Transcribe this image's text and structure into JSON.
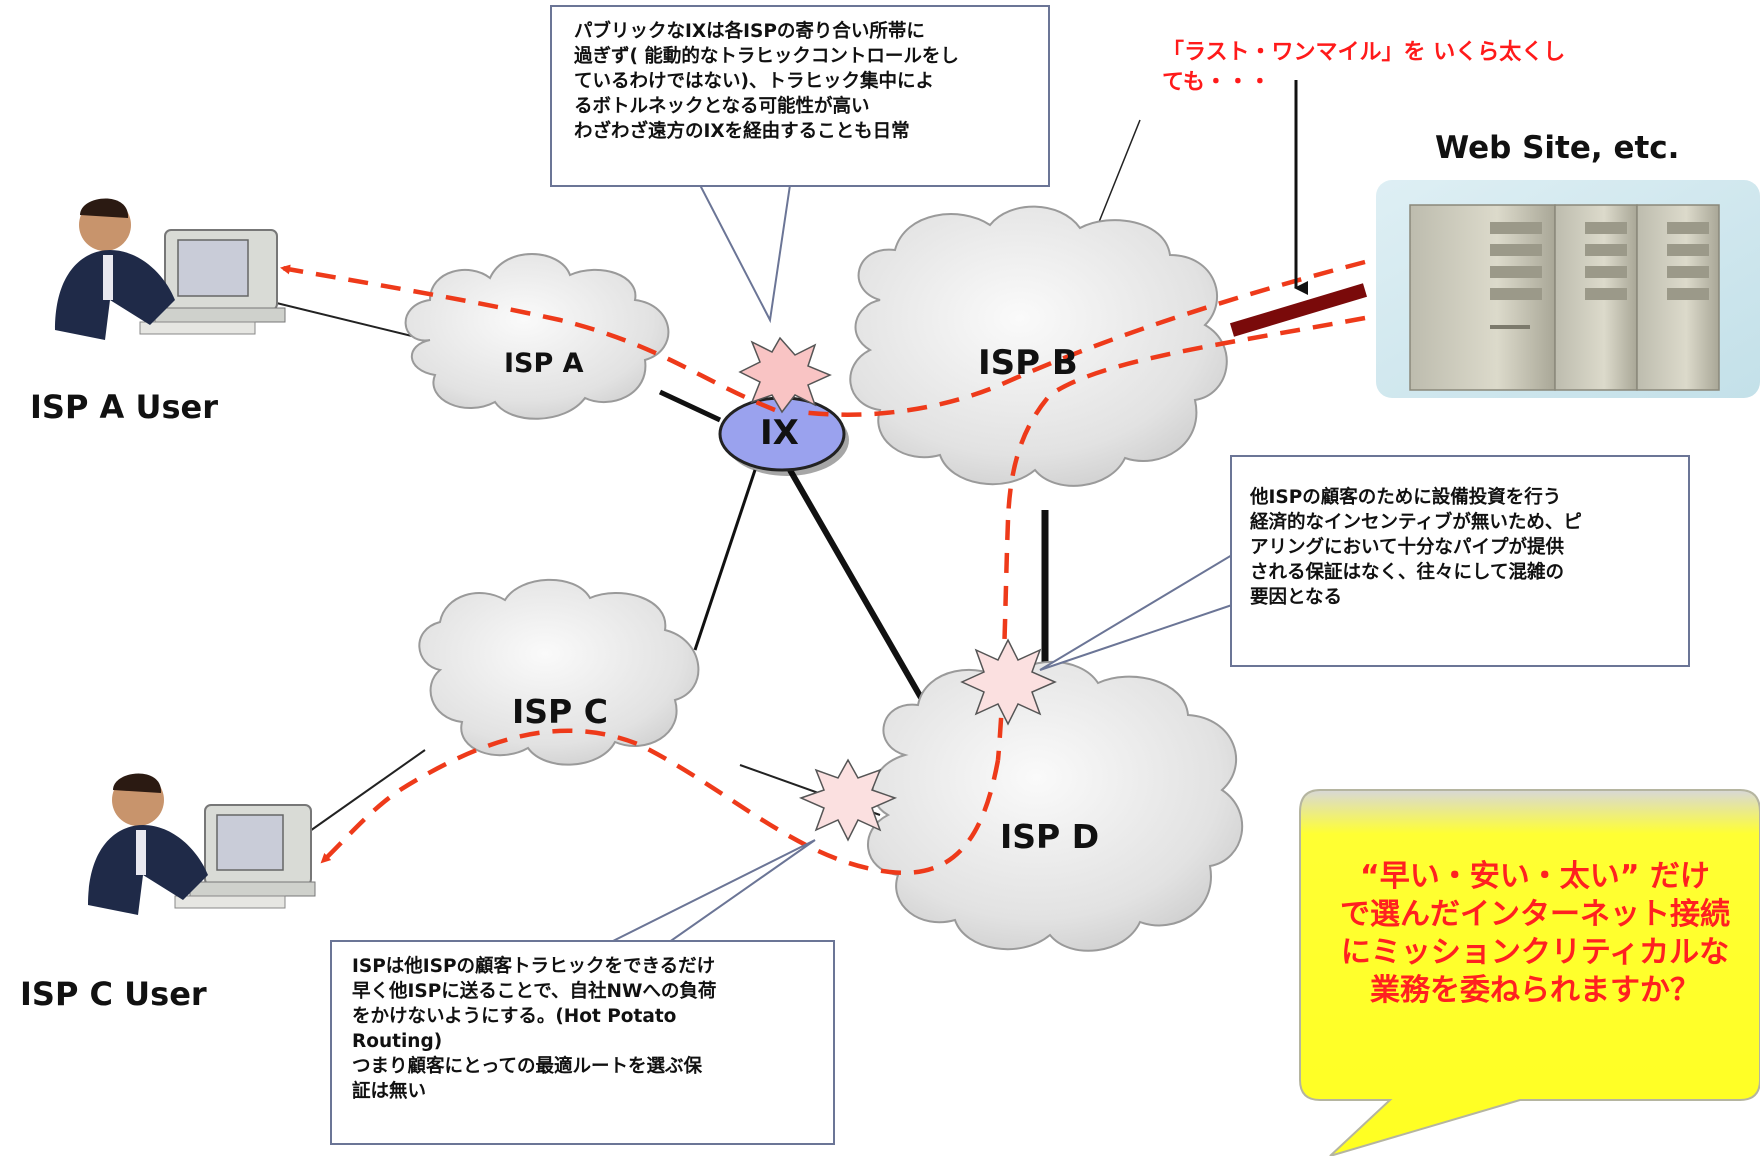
{
  "nodes": {
    "isp_a": "ISP A",
    "isp_b": "ISP B",
    "isp_c": "ISP C",
    "isp_d": "ISP D",
    "ix": "IX"
  },
  "users": {
    "isp_a_user": "ISP A User",
    "isp_c_user": "ISP C User"
  },
  "web_site_label": "Web Site, etc.",
  "callouts": {
    "ix_note": [
      "パブリックなIXは各ISPの寄り合い所帯に",
      "過ぎず( 能動的なトラヒックコントロールをし",
      "ているわけではない)、トラヒック集中によ",
      "るボトルネックとなる可能性が高い",
      "わざわざ遠方のIXを経由することも日常"
    ],
    "peering_note": [
      "他ISPの顧客のために設備投資を行う",
      "経済的なインセンティブが無いため、ピ",
      "アリングにおいて十分なパイプが提供",
      "される保証はなく、往々にして混雑の",
      "要因となる"
    ],
    "hot_potato_note": [
      "ISPは他ISPの顧客トラヒックをできるだけ",
      "早く他ISPに送ることで、自社NWへの負荷",
      "をかけないようにする。(Hot Potato",
      "Routing)",
      "つまり顧客にとっての最適ルートを選ぶ保",
      "証は無い"
    ]
  },
  "last_mile_note": [
    "「ラスト・ワンマイル」を  いくら太くし",
    "ても・・・"
  ],
  "speech_bubble": [
    "“早い・安い・太い” だけ",
    "で選んだインターネット接続",
    "にミッションクリティカルな",
    "業務を委ねられますか？"
  ],
  "colors": {
    "path_dashed": "#ee3a1a",
    "ix_fill": "#9aa2ee",
    "speech_bubble": "#ffff22",
    "callout_border": "#6b7596",
    "last_mile_link": "#7a0a0a"
  }
}
